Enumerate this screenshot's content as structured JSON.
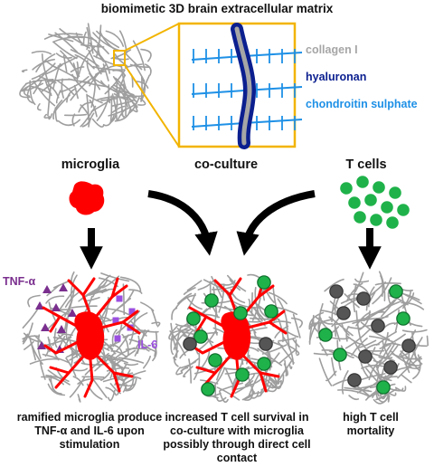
{
  "title": "biomimetic 3D brain extracellular matrix",
  "legend": {
    "collagen": "collagen I",
    "hyaluronan": "hyaluronan",
    "chondroitin": "chondroitin sulphate"
  },
  "headers": {
    "microglia": "microglia",
    "coculture": "co-culture",
    "tcells": "T cells"
  },
  "cytokines": {
    "tnf": "TNF-α",
    "il6": "IL-6"
  },
  "captions": {
    "microglia": "ramified microglia produce TNF-α and IL-6 upon stimulation",
    "coculture": "increased T cell survival in co-culture with microglia possibly through direct cell contact",
    "tcells": "high T cell mortality"
  },
  "colors": {
    "matrix": "#9e9e9e",
    "microglia": "#ff0000",
    "tcell_live": "#1fb24a",
    "tcell_dead": "#555555",
    "collagen": "#a6a6a6",
    "hyaluronan": "#0b1f8f",
    "chondroitin": "#1e90e6",
    "tnf": "#7a2f8e",
    "il6": "#9b4fe0",
    "zoom_box": "#f2b400"
  }
}
